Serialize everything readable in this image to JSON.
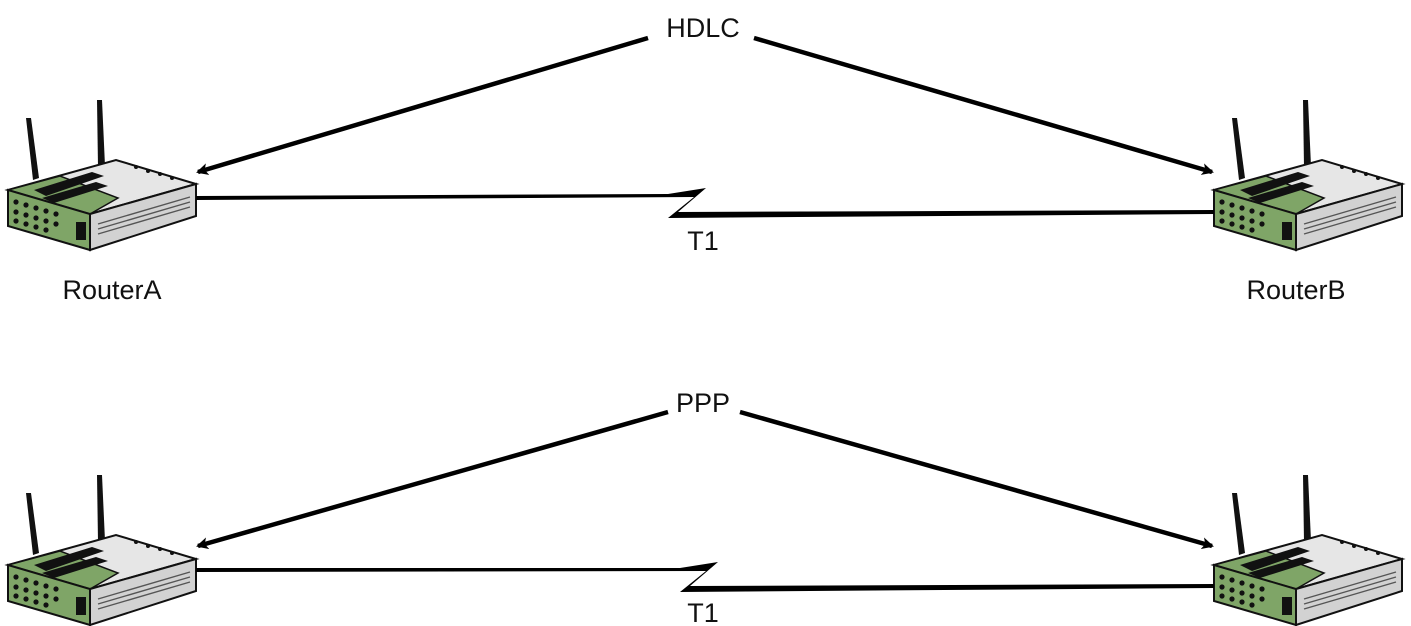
{
  "diagrams": [
    {
      "protocol": "HDLC",
      "link": "T1",
      "left_router": "RouterA",
      "right_router": "RouterB"
    },
    {
      "protocol": "PPP",
      "link": "T1",
      "left_router": "",
      "right_router": ""
    }
  ],
  "colors": {
    "router_green": "#7fa567",
    "router_gray": "#dcdcdc",
    "line": "#000000"
  },
  "icons": [
    "router-icon",
    "arrow-icon",
    "serial-link-icon"
  ]
}
